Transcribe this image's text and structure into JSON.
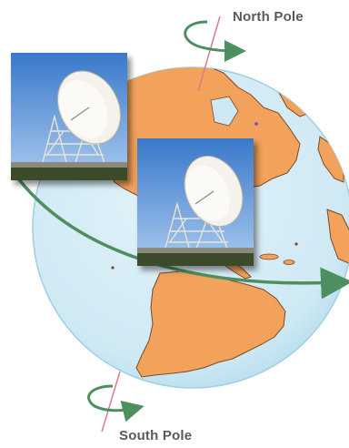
{
  "labels": {
    "north_pole": "North Pole",
    "south_pole": "South Pole"
  },
  "photos": [
    {
      "name": "radio-telescope-photo-1",
      "subject": "radio-telescope-dish"
    },
    {
      "name": "radio-telescope-photo-2",
      "subject": "radio-telescope-dish"
    }
  ],
  "colors": {
    "ocean": "#cfe9f4",
    "ocean_edge": "#8fc7e0",
    "land": "#f2a25a",
    "land_edge": "#7a4a26",
    "rotation_arrow": "#4e8f5f",
    "axis": "#d97a8a",
    "label": "#555a5e",
    "sky_top": "#3a78c9",
    "sky_bottom": "#9cc3ec"
  },
  "icons": [
    "north-rotation-arrow-icon",
    "south-rotation-arrow-icon",
    "orbit-arrow-icon"
  ]
}
